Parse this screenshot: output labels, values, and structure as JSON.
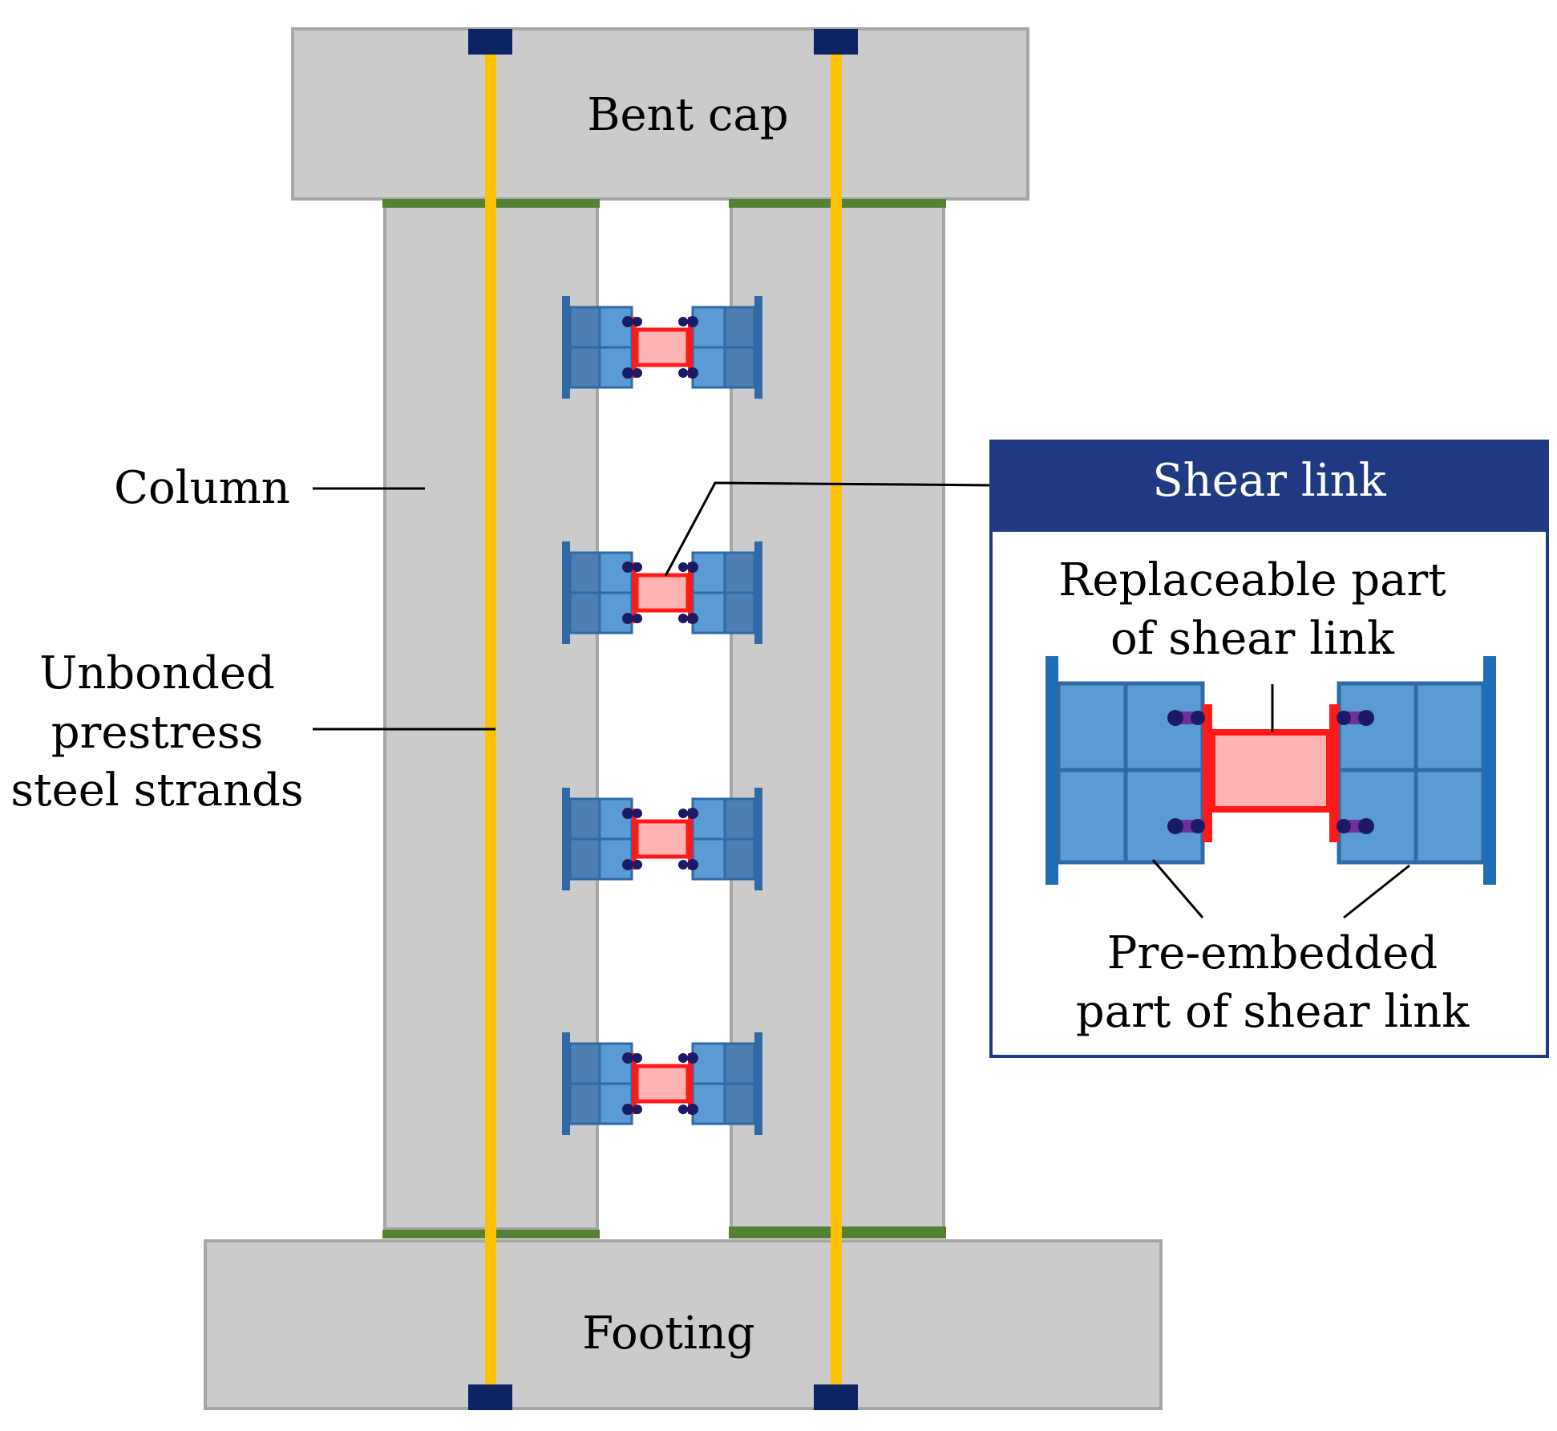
{
  "labels": {
    "bent_cap": "Bent cap",
    "footing": "Footing",
    "column": "Column",
    "strands": [
      "Unbonded",
      "prestress",
      "steel strands"
    ],
    "shear_link_title": "Shear link",
    "replaceable": [
      "Replaceable part",
      "of shear link"
    ],
    "pre_embedded": [
      "Pre-embedded",
      "part of shear link"
    ]
  },
  "colors": {
    "concrete_fill": "#cbcbcb",
    "concrete_edge": "#a6a6a6",
    "strand": "#ffc000",
    "anchor": "#0c2461",
    "joint_green": "#548235",
    "steel_dark": "#4e7eb2",
    "steel_light": "#5b9bd5",
    "steel_edge": "#2e6aa8",
    "link_fill": "#ffb3b3",
    "link_edge": "#ff1a1a",
    "bolt": "#1a1a66",
    "bolt_washer": "#7030a0",
    "panel_header": "#1f3a83",
    "leader": "#000000"
  }
}
